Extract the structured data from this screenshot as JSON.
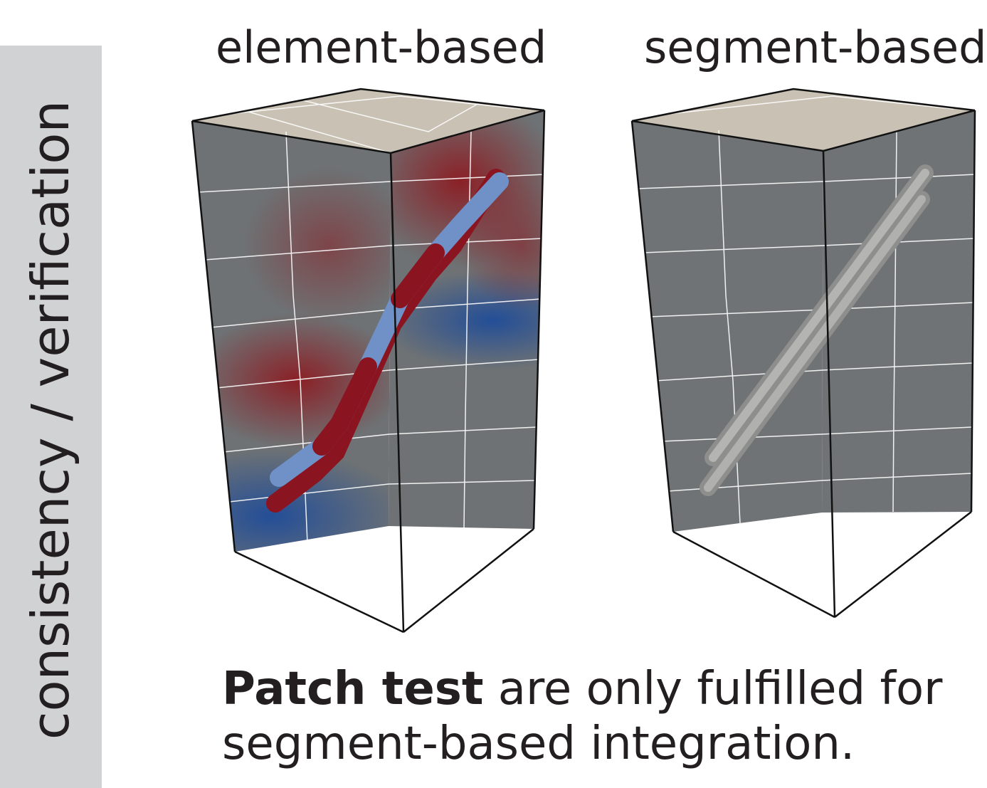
{
  "side_label": "consistency / verification",
  "panels": {
    "left": {
      "title": "element-based"
    },
    "right": {
      "title": "segment-based"
    }
  },
  "caption": {
    "bold": "Patch test",
    "line1_rest": " are only fulfilled for",
    "line2": "segment-based integration."
  },
  "colors": {
    "side_band": "#d1d2d4",
    "box_gray": "#6e7274",
    "field_red": "#8c1c22",
    "field_blue": "#1f4c99",
    "beam_blue": "#7090c8",
    "beam_red": "#8a1420",
    "beam_gray": "#a4a5a2"
  }
}
